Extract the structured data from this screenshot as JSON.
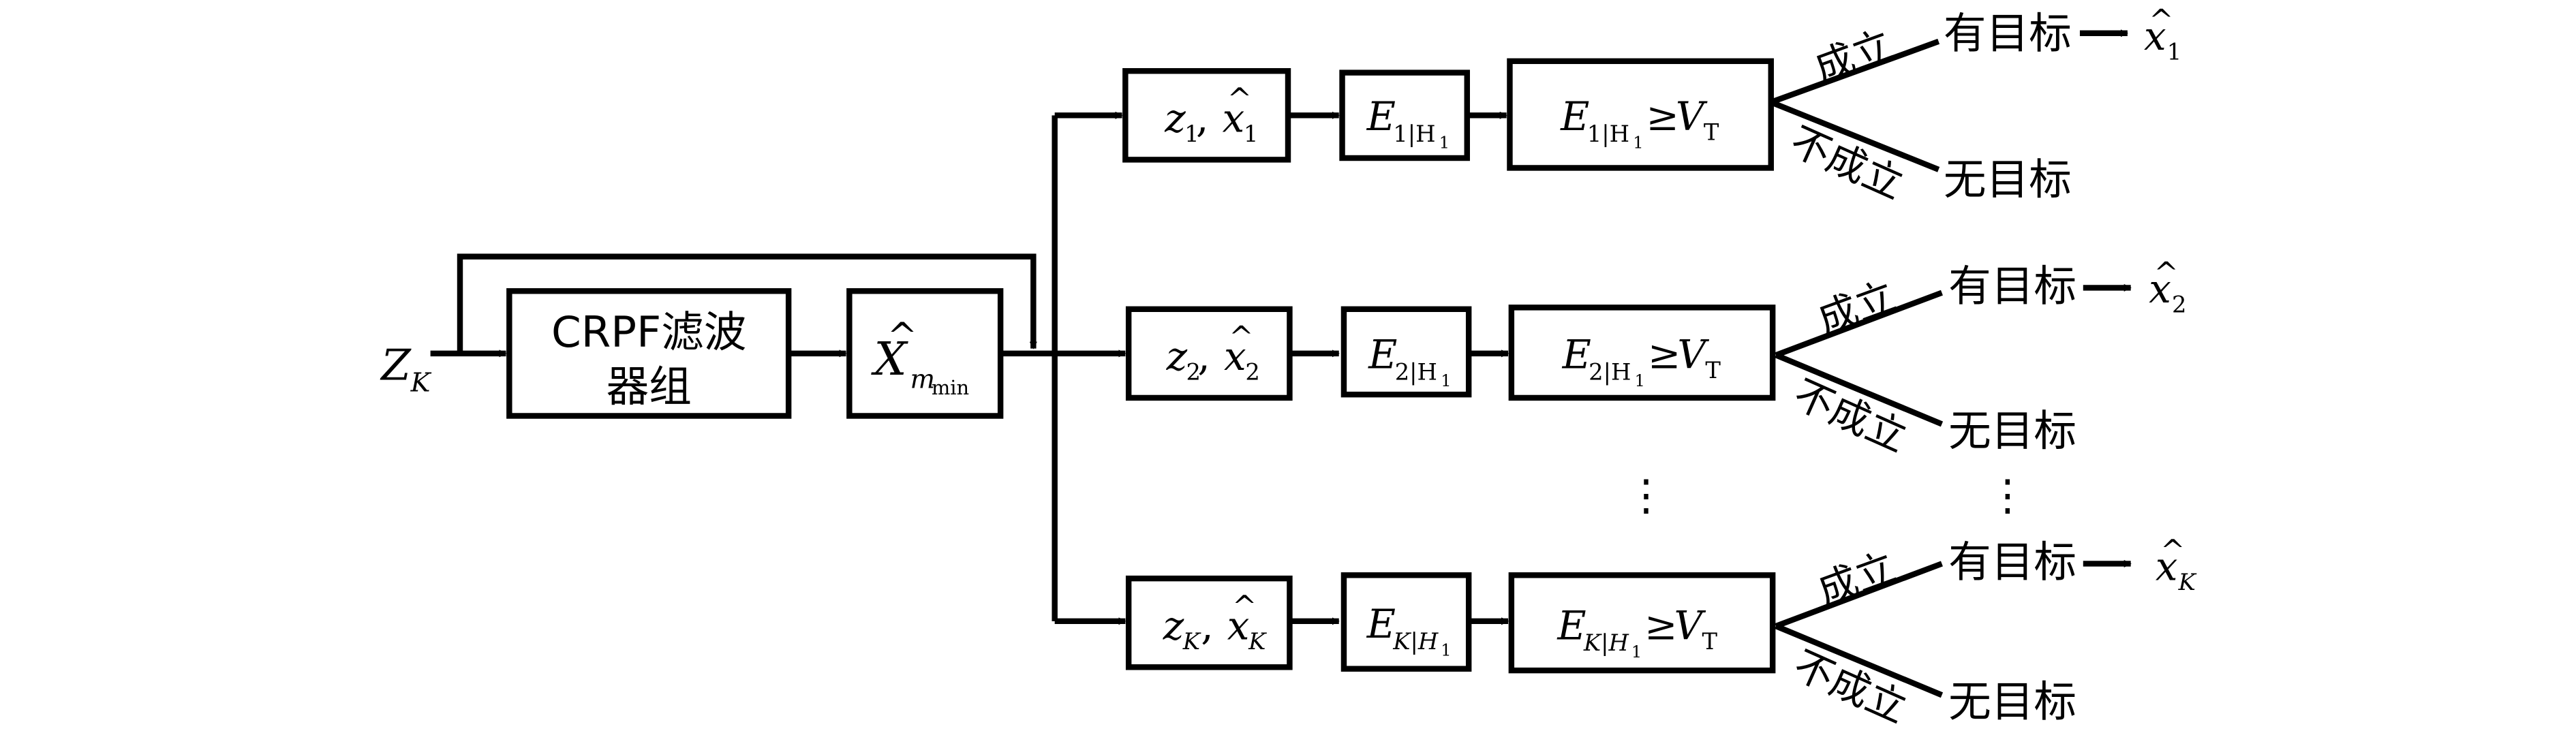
{
  "input": {
    "symbol": "Z",
    "sub": "K"
  },
  "filter_bank": {
    "line1": "CRPF滤波",
    "line2": "器组"
  },
  "estimate": {
    "symbol": "X",
    "sub": "m",
    "subsub": "min"
  },
  "branches": [
    {
      "z": "z",
      "sub": "1",
      "x": "x",
      "E": "E",
      "E_sub": "1|H",
      "E_subsub": "1",
      "cmp": "≥",
      "V": "V",
      "V_sub": "T",
      "yes": "成立",
      "no": "不成立",
      "target": "有目标",
      "no_target": "无目标",
      "out": "x",
      "out_sub": "1"
    },
    {
      "z": "z",
      "sub": "2",
      "x": "x",
      "E": "E",
      "E_sub": "2|H",
      "E_subsub": "1",
      "cmp": "≥",
      "V": "V",
      "V_sub": "T",
      "yes": "成立",
      "no": "不成立",
      "target": "有目标",
      "no_target": "无目标",
      "out": "x",
      "out_sub": "2"
    },
    {
      "z": "z",
      "sub": "K",
      "x": "x",
      "E": "E",
      "E_sub": "K|H",
      "E_subsub": "1",
      "cmp": "≥",
      "V": "V",
      "V_sub": "T",
      "yes": "成立",
      "no": "不成立",
      "target": "有目标",
      "no_target": "无目标",
      "out": "x",
      "out_sub": "K"
    }
  ],
  "ellipsis": "⋮",
  "hat": "^",
  "comma": ","
}
